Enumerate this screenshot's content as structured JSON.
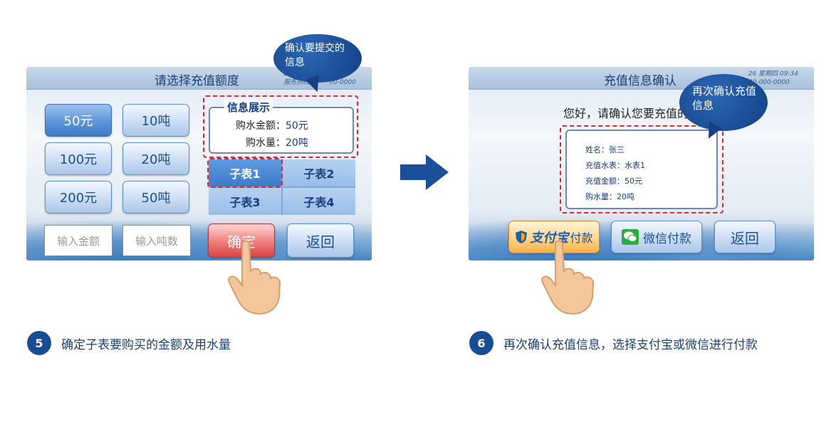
{
  "left_screen": {
    "title": "请选择充值额度",
    "meta_line1": "20",
    "meta_line2": "服务热线",
    "meta_phone": "00-0000",
    "amount_buttons": [
      "50元",
      "100元",
      "200元"
    ],
    "ton_buttons": [
      "10吨",
      "20吨",
      "50吨"
    ],
    "amount_input_placeholder": "输入金额",
    "ton_input_placeholder": "输入吨数",
    "info": {
      "heading": "信息展示",
      "amount_label": "购水金额：",
      "amount_value": "50元",
      "volume_label": "购水量：",
      "volume_value": "20吨"
    },
    "sub_meters": [
      "子表1",
      "子表2",
      "子表3",
      "子表4"
    ],
    "confirm_label": "确定",
    "back_label": "返回",
    "bubble_text": "确认要提交的信息"
  },
  "right_screen": {
    "title": "充值信息确认",
    "meta_line1": "26 星期四 09:34",
    "meta_phone": "00-000-0000",
    "greeting": "您好，请确认您要充值的",
    "info": {
      "name": "姓名：张三",
      "meter": "充值水表：水表1",
      "amount": "充值金额：50元",
      "volume": "购水量：20吨"
    },
    "alipay_brand": "支付宝",
    "alipay_suffix": "付款",
    "wechat_label": "微信付款",
    "back_label": "返回",
    "bubble_text": "再次确认充值信息"
  },
  "steps": [
    {
      "number": "5",
      "text": "确定子表要购买的金额及用水量"
    },
    {
      "number": "6",
      "text": "再次确认充值信息，选择支付宝或微信进行付款"
    }
  ],
  "colors": {
    "accent_blue": "#184d96",
    "highlight_red": "#e0262b",
    "text_dark": "#1b3f74"
  }
}
